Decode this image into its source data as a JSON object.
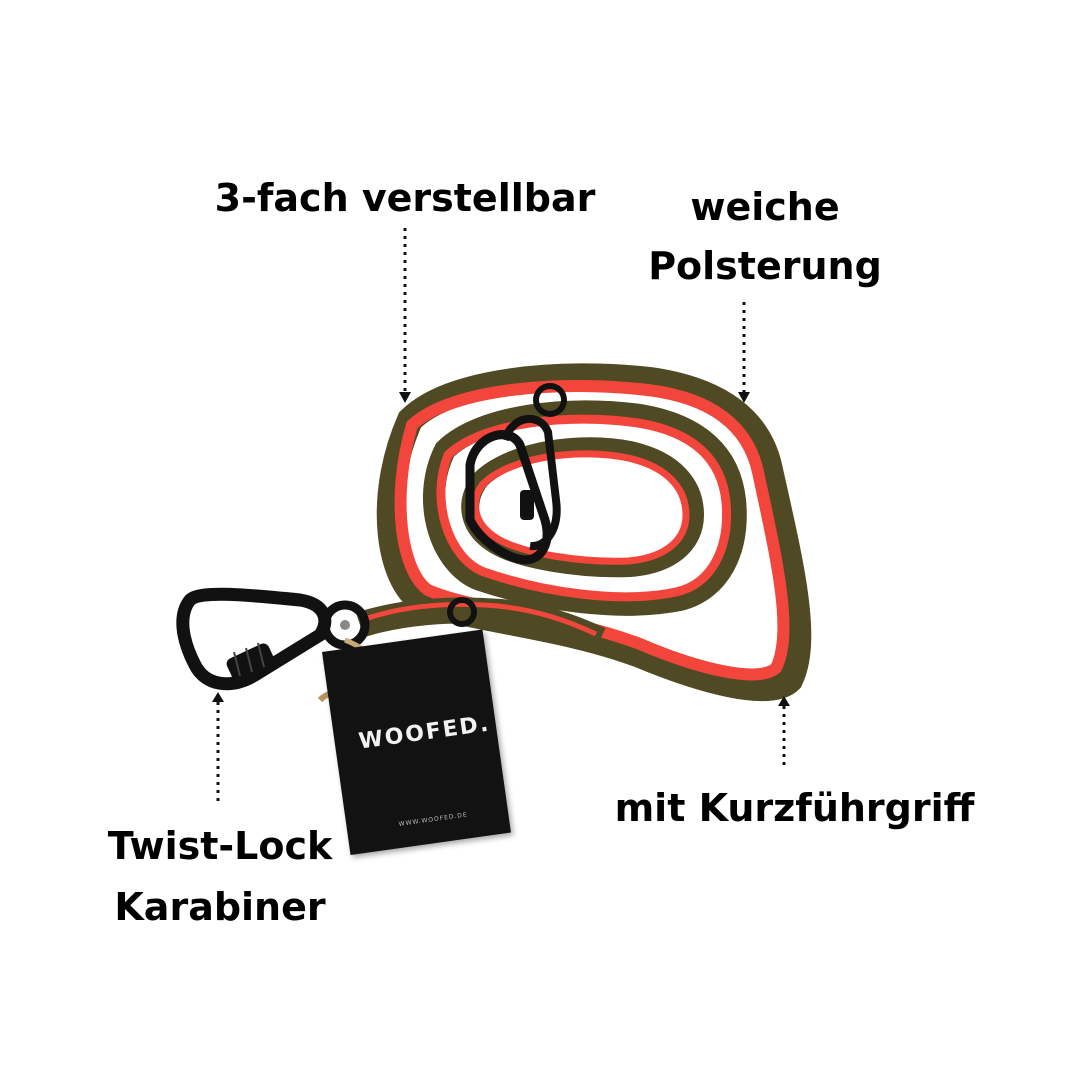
{
  "labels": {
    "adjustable": "3-fach verstellbar",
    "padding_line1": "weiche",
    "padding_line2": "Polsterung",
    "carabiner_line1": "Twist-Lock",
    "carabiner_line2": "Karabiner",
    "handle": "mit Kurzführgriff"
  },
  "tag": {
    "logo": "WOOFED.",
    "url": "WWW.WOOFED.DE"
  },
  "colors": {
    "background": "#ffffff",
    "text": "#000000",
    "leash_olive": "#4f4a24",
    "leash_padding_red": "#f2463c",
    "hardware_black": "#111111",
    "tag_black": "#121212",
    "twine": "#c9a978"
  },
  "icons": {
    "arrow": "dotted-arrow-icon",
    "carabiner": "carabiner-icon"
  }
}
